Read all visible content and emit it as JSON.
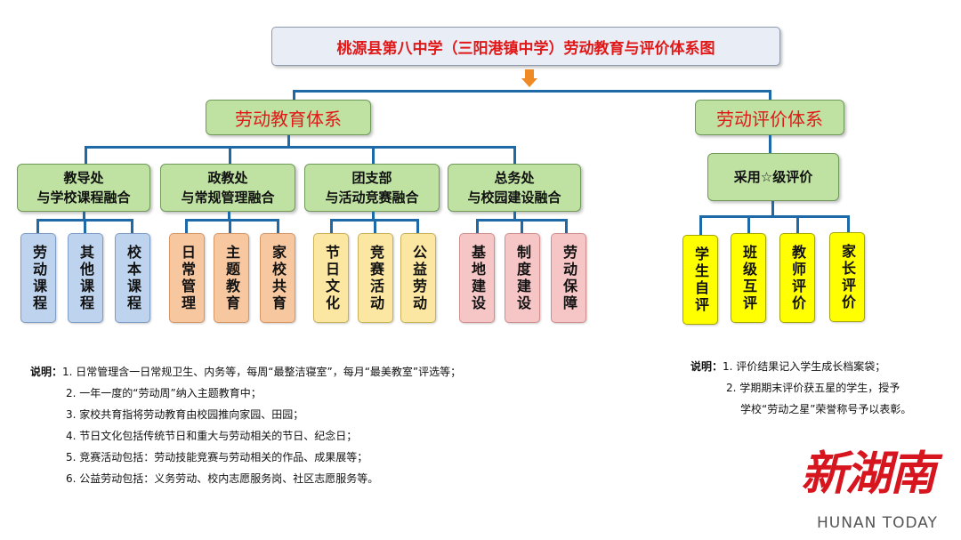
{
  "title": "桃源县第八中学（三阳港镇中学）劳动教育与评价体系图",
  "colors": {
    "title_text": "#e01818",
    "system_box": "#bfe2a2",
    "connector": "#1e6aa8",
    "arrow": "#f08a24"
  },
  "education_system": {
    "label": "劳动教育体系",
    "departments": [
      {
        "line1": "教导处",
        "line2": "与学校课程融合",
        "color": "c-blue",
        "items": [
          "劳动课程",
          "其他课程",
          "校本课程"
        ]
      },
      {
        "line1": "政教处",
        "line2": "与常规管理融合",
        "color": "c-orange",
        "items": [
          "日常管理",
          "主题教育",
          "家校共育"
        ]
      },
      {
        "line1": "团支部",
        "line2": "与活动竞赛融合",
        "color": "c-yellow",
        "items": [
          "节日文化",
          "竞赛活动",
          "公益劳动"
        ]
      },
      {
        "line1": "总务处",
        "line2": "与校园建设融合",
        "color": "c-pink",
        "items": [
          "基地建设",
          "制度建设",
          "劳动保障"
        ]
      }
    ]
  },
  "evaluation_system": {
    "label": "劳动评价体系",
    "method": "采用☆级评价",
    "items": [
      "学生自评",
      "班级互评",
      "教师评价",
      "家长评价"
    ]
  },
  "notes_left": {
    "prefix": "说明：",
    "lines": [
      "1. 日常管理含一日常规卫生、内务等，每周“最整洁寝室”，每月“最美教室”评选等；",
      "2. 一年一度的“劳动周”纳入主题教育中；",
      "3. 家校共育指将劳动教育由校园推向家园、田园；",
      "4. 节日文化包括传统节日和重大与劳动相关的节日、纪念日；",
      "5. 竞赛活动包括：劳动技能竞赛与劳动相关的作品、成果展等；",
      "6. 公益劳动包括：义务劳动、校内志愿服务岗、社区志愿服务等。"
    ]
  },
  "notes_right": {
    "prefix": "说明：",
    "lines": [
      "1. 评价结果记入学生成长档案袋；",
      "2. 学期期末评价获五星的学生，授予",
      "学校“劳动之星”荣誉称号予以表彰。"
    ]
  },
  "brand": {
    "cn": "新湖南",
    "en": "HUNAN TODAY"
  }
}
